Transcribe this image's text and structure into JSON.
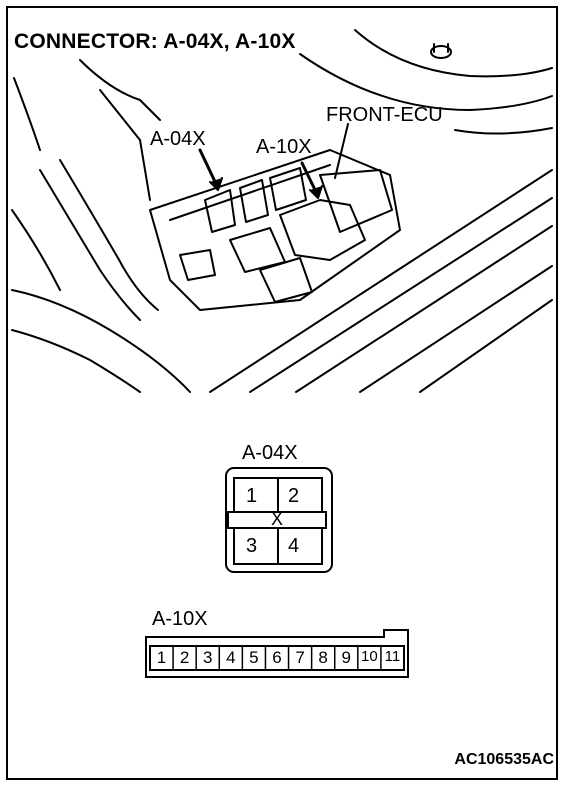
{
  "title": "CONNECTOR: A-04X, A-10X",
  "photo": {
    "callout_a04x": "A-04X",
    "callout_a10x": "A-10X",
    "callout_front_ecu": "FRONT-ECU"
  },
  "connector_a04x": {
    "label": "A-04X",
    "pins": [
      "1",
      "2",
      "3",
      "4"
    ],
    "center_mark": "X"
  },
  "connector_a10x": {
    "label": "A-10X",
    "pins": [
      "1",
      "2",
      "3",
      "4",
      "5",
      "6",
      "7",
      "8",
      "9",
      "10",
      "11"
    ]
  },
  "figure_code": "AC106535AC"
}
